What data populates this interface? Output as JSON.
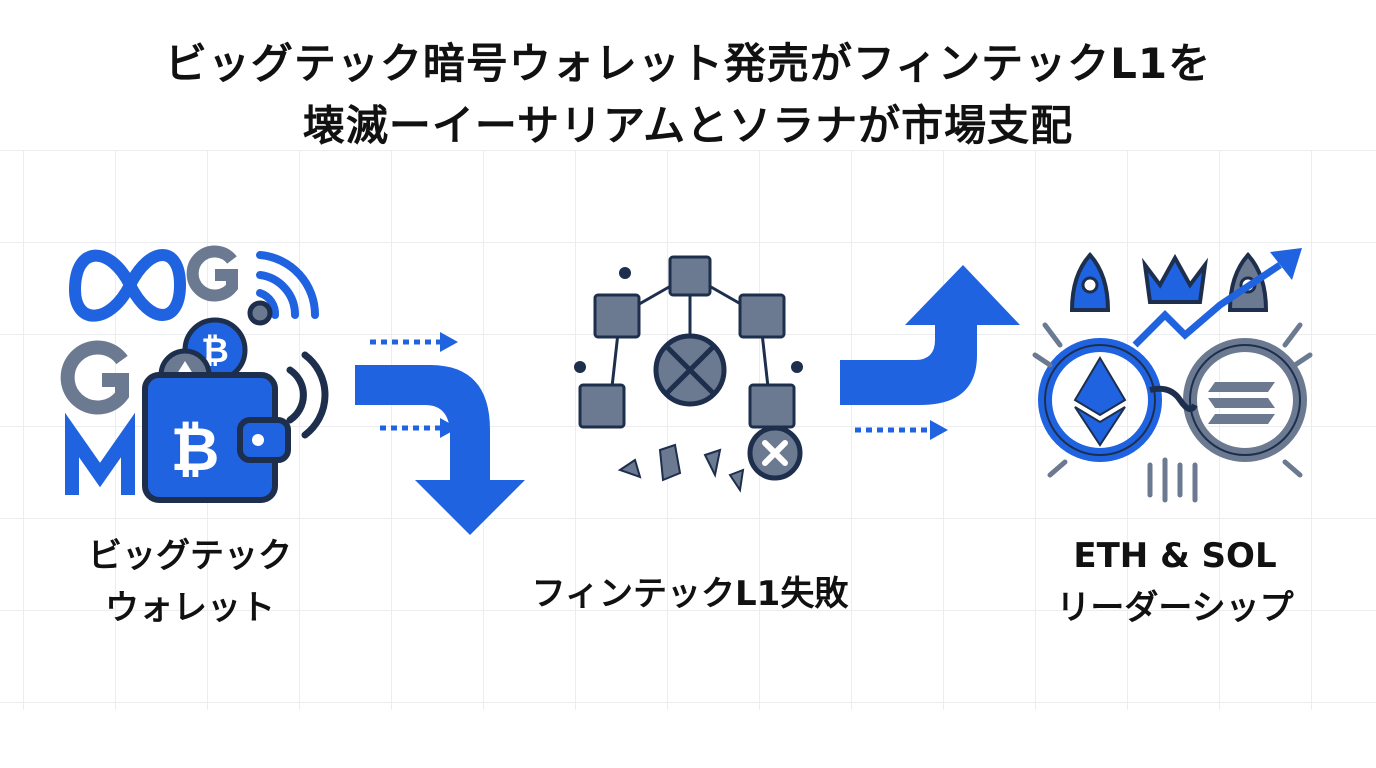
{
  "title": {
    "line1": "ビッグテック暗号ウォレット発売がフィンテックL1を",
    "line2": "壊滅ーイーサリアムとソラナが市場支配"
  },
  "stages": [
    {
      "label_line1": "ビッグテック",
      "label_line2": "ウォレット",
      "icon": "big-tech-wallet-icon"
    },
    {
      "label_line1": "フィンテックL1失敗",
      "icon": "broken-blockchain-icon"
    },
    {
      "label_line1": "ETH & SOL",
      "label_line2": "リーダーシップ",
      "icon": "eth-sol-leadership-icon"
    }
  ],
  "colors": {
    "blue": "#1f63e0",
    "gray": "#6b7a90",
    "navy": "#1e2f4d"
  }
}
